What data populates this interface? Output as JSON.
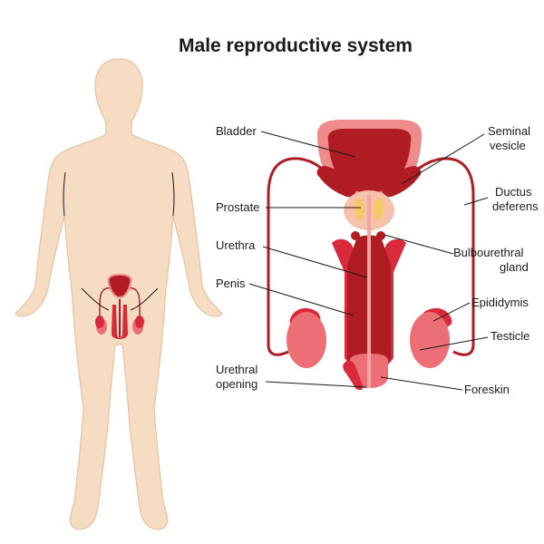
{
  "title": "Male reproductive system",
  "labels": {
    "bladder": "Bladder",
    "seminal_vesicle": [
      "Seminal",
      "vesicle"
    ],
    "prostate": "Prostate",
    "ductus_deferens": [
      "Ductus",
      "deferens"
    ],
    "urethra": "Urethra",
    "bulbourethral_gland": [
      "Bulbourethral",
      "gland"
    ],
    "penis": "Penis",
    "epididymis": "Epididymis",
    "testicle": "Testicle",
    "urethral_opening": [
      "Urethral",
      "opening"
    ],
    "foreskin": "Foreskin"
  },
  "colors": {
    "skin": "#f6dcc3",
    "skin_outline": "#e6c2a2",
    "dark_red": "#b01c24",
    "mid_red": "#d9293a",
    "light_red": "#ec6f76",
    "pale_pink": "#f4a6a3",
    "prostate": "#f7c2ab",
    "gland_yellow": "#f6c86a",
    "bladder_rim": "#ef8b8b"
  }
}
